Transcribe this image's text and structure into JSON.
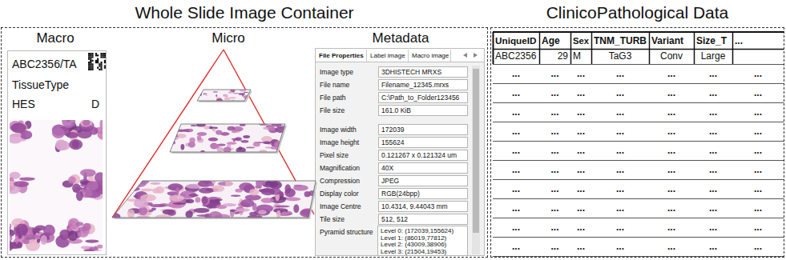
{
  "diagram": {
    "nodes": [
      {
        "text": [
          "Whole Slide Image Container"
        ]
      },
      {
        "text": [
          "ABC2356/TA",
          "TissueType",
          "HES",
          "D"
        ],
        "in": 0
      },
      {
        "text": [
          "File Properties",
          "Label image",
          "Macro image",
          "Image type",
          "3DHISTECH MRXS",
          "File name",
          "Filename_12345.mrxs",
          "File path",
          "C:\\Path_to_Folder123456",
          "File size",
          "161.0 KiB",
          "Image width",
          "172039",
          "Image height",
          "155624",
          "Pixel size",
          "0.121267 x 0.121324 um",
          "Magnification",
          "40X",
          "Compression",
          "JPEG",
          "Display color",
          "RGB(24bpp)",
          "Image Centre",
          "10.4314, 9.44043 mm",
          "Tile size",
          "512, 512",
          "Pyramid structure",
          "Level 0: (172039,155624)",
          "Level 1: (86019,77812)",
          "Level 2: (43009,38906)",
          "Level 3: (21504,19453)"
        ],
        "in": 0
      },
      {
        "text": [
          "ClinicoPathological Data"
        ]
      }
    ],
    "labels": [
      "Macro",
      "Micro",
      "Metadata",
      "UniqueID",
      "Age",
      "Sex",
      "TNM_TURB",
      "Variant",
      "Size_T",
      "...",
      "ABC2356",
      "29",
      "M",
      "TaG3",
      "Conv",
      "Large",
      "...",
      "...",
      "...",
      "...",
      "...",
      "...",
      "...",
      "...",
      "...",
      "...",
      "...",
      "...",
      "...",
      "...",
      "...",
      "...",
      "...",
      "...",
      "...",
      "...",
      "...",
      "...",
      "...",
      "...",
      "...",
      "...",
      "...",
      "...",
      "...",
      "...",
      "...",
      "...",
      "...",
      "...",
      "...",
      "...",
      "...",
      "...",
      "...",
      "...",
      "...",
      "...",
      "...",
      "...",
      "...",
      "...",
      "...",
      "...",
      "...",
      "...",
      "...",
      "...",
      "...",
      "...",
      "...",
      "...",
      "...",
      "...",
      "...",
      "...",
      "...",
      "...",
      "...",
      "...",
      "...",
      "...",
      "...",
      "...",
      "...",
      "..."
    ]
  }
}
